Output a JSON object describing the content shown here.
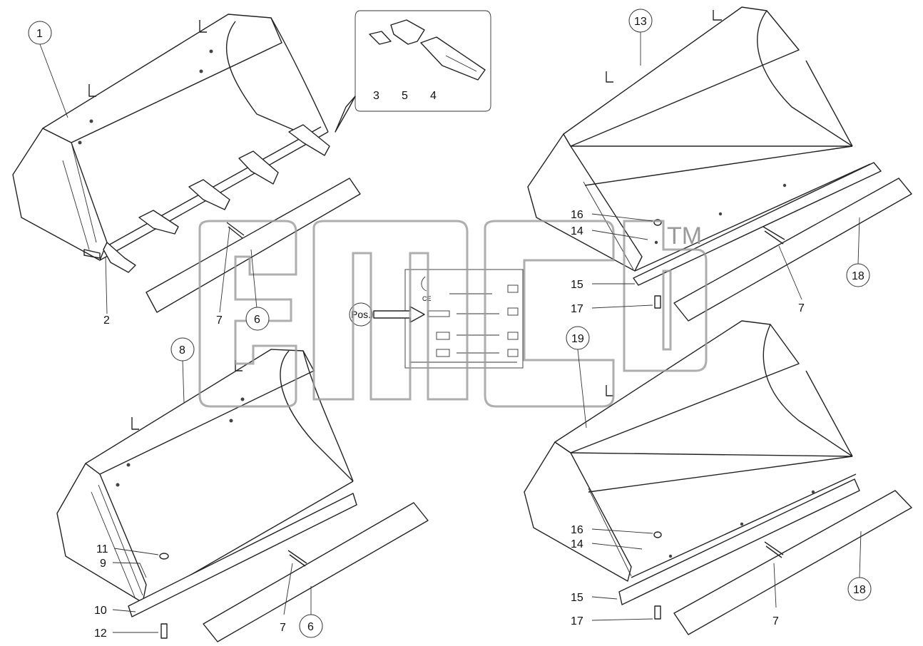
{
  "labels": {
    "p1": "1",
    "p2": "2",
    "p3": "3",
    "p4": "4",
    "p5": "5",
    "p6a": "6",
    "p6b": "6",
    "p7a": "7",
    "p7b": "7",
    "p7c": "7",
    "p7d": "7",
    "p8": "8",
    "p9": "9",
    "p10": "10",
    "p11": "11",
    "p12": "12",
    "p13": "13",
    "p14a": "14",
    "p14b": "14",
    "p15a": "15",
    "p15b": "15",
    "p16a": "16",
    "p16b": "16",
    "p17a": "17",
    "p17b": "17",
    "p18a": "18",
    "p18b": "18",
    "p19": "19",
    "pos": "Pos."
  },
  "watermark": {
    "trademark": "TM"
  },
  "plate": {
    "ce_mark": "CE"
  },
  "colors": {
    "line": "#222222",
    "watermark": "#9a9a9a"
  }
}
